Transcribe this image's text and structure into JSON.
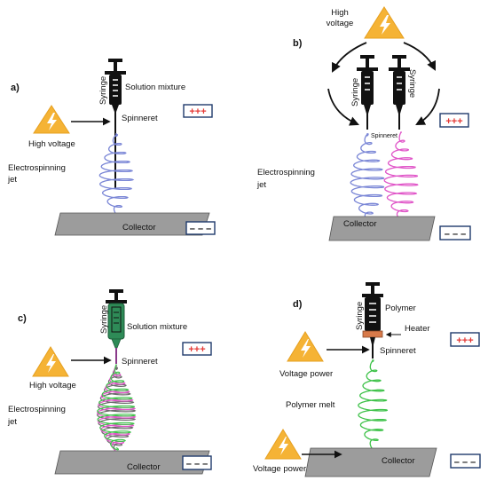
{
  "colors": {
    "jet_blue": "#7a86d6",
    "jet_pink": "#e055c8",
    "jet_green": "#3fc24a",
    "jet_gray": "#6b6b6b",
    "collector_fill": "#9c9c9c",
    "warning_fill": "#f5b335",
    "positive_sign": "#e53935",
    "heater": "#d87a4a",
    "syringe_green": "#2e8b57"
  },
  "icons": [
    "syringe-icon",
    "high-voltage-warning-icon",
    "positive-electrode-icon",
    "negative-electrode-icon",
    "arrow-icon"
  ],
  "panel_a": {
    "label": "a)",
    "syringe": "Syringe",
    "solution": "Solution mixture",
    "spinneret": "Spinneret",
    "voltage": "High voltage",
    "jet": [
      "Electrospinning",
      "jet"
    ],
    "collector": "Collector",
    "positive": "+++",
    "negative": "– – –"
  },
  "panel_b": {
    "label": "b)",
    "voltage": [
      "High",
      "voltage"
    ],
    "syringe_left": "Syringe",
    "syringe_right": "Syringe",
    "spinneret": "Spinneret",
    "jet": [
      "Electrospinning",
      "jet"
    ],
    "collector": "Collector",
    "positive": "+++",
    "negative": "– – –"
  },
  "panel_c": {
    "label": "c)",
    "syringe": "Syringe",
    "solution": "Solution mixture",
    "spinneret": "Spinneret",
    "voltage": "High voltage",
    "jet": [
      "Electrospinning",
      "jet"
    ],
    "collector": "Collector",
    "positive": "+++",
    "negative": "– – –"
  },
  "panel_d": {
    "label": "d)",
    "syringe": "Syringe",
    "polymer": "Polymer",
    "heater": "Heater",
    "spinneret": "Spinneret",
    "voltage_top": "Voltage power",
    "melt": "Polymer melt",
    "voltage_bottom": "Voltage power",
    "collector": "Collector",
    "positive": "+++",
    "negative": "– – –"
  }
}
